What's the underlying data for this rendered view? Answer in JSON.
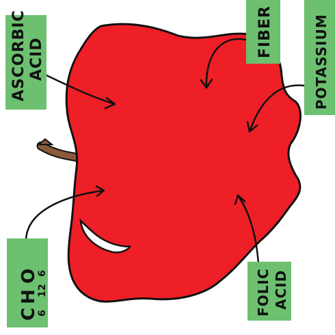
{
  "colors": {
    "apple": "#ee1f26",
    "apple_outline": "#111111",
    "stem": "#8a5a3b",
    "label_bg": "#6cc070",
    "highlight": "#ffffff"
  },
  "labels": {
    "ascorbic_line1": "ASCORBIC",
    "ascorbic_line2": "ACID",
    "fiber": "FIBER",
    "potassium": "POTASSIUM",
    "folic_line1": "FOLIC",
    "folic_line2": "ACID",
    "formula_c": "C",
    "formula_c_sub": "6",
    "formula_h": "H",
    "formula_h_sub": "12",
    "formula_o": "O",
    "formula_o_sub": "6"
  }
}
